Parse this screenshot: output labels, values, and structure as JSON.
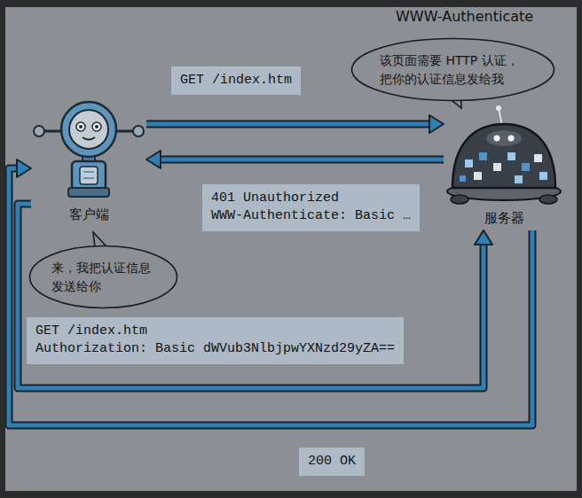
{
  "diagram": {
    "title": "WWW-Authenticate",
    "nodes": [
      {
        "text": [
          "GET /index.htm"
        ]
      },
      {
        "text": [
          "该页面需要 HTTP 认证，把你的认证信息发给我"
        ]
      },
      {
        "text": [
          "客户端"
        ]
      },
      {
        "text": [
          "服务器"
        ]
      },
      {
        "text": [
          "401 Unauthorized",
          "WWW-Authenticate: Basic …"
        ]
      },
      {
        "text": [
          "来，我把认证信息发送给你"
        ]
      },
      {
        "text": [
          "GET /index.htm",
          "Authorization: Basic dWVub3NlbjpwYXNzd29yZA=="
        ]
      },
      {
        "text": [
          "200 OK"
        ]
      }
    ],
    "edges": [
      {
        "from": 2,
        "to": 3,
        "arrow": "to"
      },
      {
        "from": 3,
        "to": 2,
        "arrow": "to"
      },
      {
        "from": 2,
        "to": 3,
        "arrow": "to"
      },
      {
        "from": 3,
        "to": 2,
        "arrow": "to"
      }
    ]
  }
}
